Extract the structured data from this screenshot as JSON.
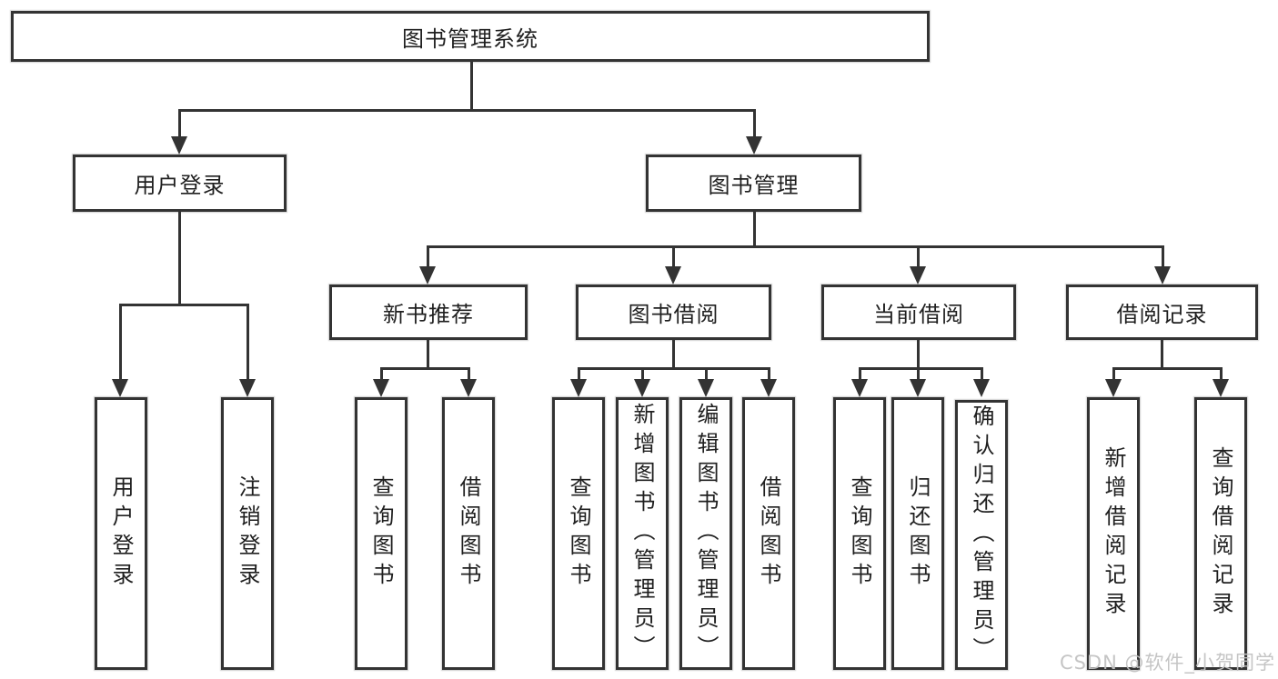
{
  "title": {
    "label": "图书管理系统"
  },
  "branches": {
    "user_login": {
      "label": "用户登录",
      "children": [
        {
          "label": "用户登录"
        },
        {
          "label": "注销登录"
        }
      ]
    },
    "book_management": {
      "label": "图书管理",
      "sections": [
        {
          "label": "新书推荐",
          "children": [
            {
              "label": "查询图书"
            },
            {
              "label": "借阅图书"
            }
          ]
        },
        {
          "label": "图书借阅",
          "children": [
            {
              "label": "查询图书"
            },
            {
              "label": "新增图书（管理员）"
            },
            {
              "label": "编辑图书（管理员）"
            },
            {
              "label": "借阅图书"
            }
          ]
        },
        {
          "label": "当前借阅",
          "children": [
            {
              "label": "查询图书"
            },
            {
              "label": "归还图书"
            },
            {
              "label": "确认归还（管理员）"
            }
          ]
        },
        {
          "label": "借阅记录",
          "children": [
            {
              "label": "新增借阅记录"
            },
            {
              "label": "查询借阅记录"
            }
          ]
        }
      ]
    }
  },
  "watermark": {
    "text": "CSDN @软件_小贺同学"
  },
  "colors": {
    "line": "#333333",
    "text": "#1f1f1f",
    "background": "#ffffff",
    "watermark": "#c2c2c2"
  }
}
